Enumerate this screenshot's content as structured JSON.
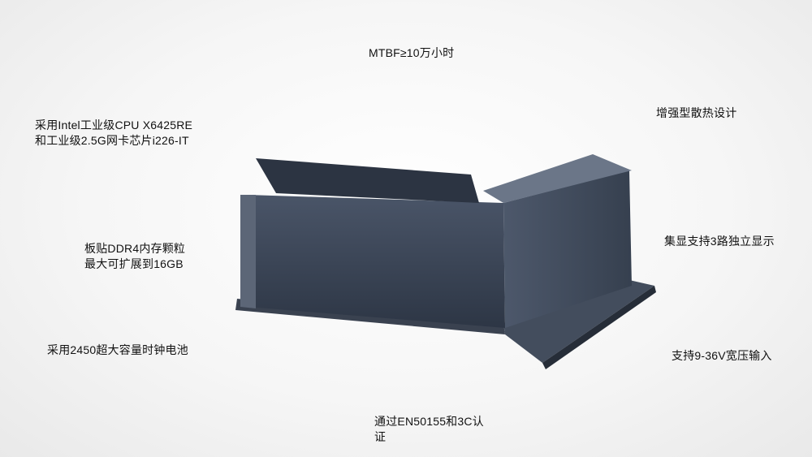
{
  "callouts": {
    "mtbf": "MTBF≥10万小时",
    "cpu_line1": "采用Intel工业级CPU X6425RE",
    "cpu_line2": "和工业级2.5G网卡芯片i226-IT",
    "thermal": "增强型散热设计",
    "memory_line1": "板贴DDR4内存颗粒",
    "memory_line2": "最大可扩展到16GB",
    "display": "集显支持3路独立显示",
    "battery": "采用2450超大容量时钟电池",
    "power": "支持9-36V宽压输入",
    "cert_line1": "通过EN50155和3C认",
    "cert_line2": "证"
  },
  "colors": {
    "chassis": "#3b4556",
    "leader": "#7a7a7a",
    "terminal_block": "#37c08a"
  }
}
